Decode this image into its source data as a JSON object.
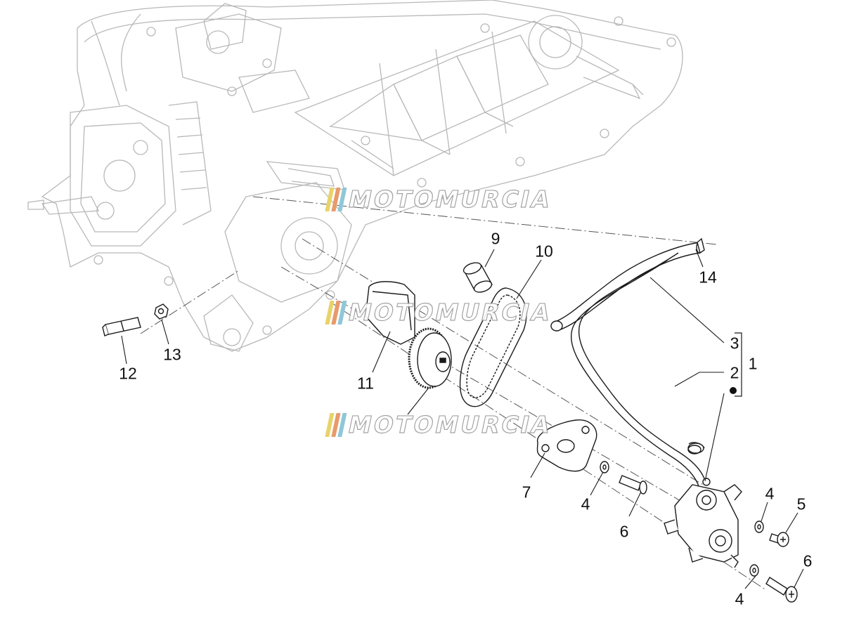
{
  "callouts": {
    "n1": "1",
    "n2": "2",
    "n3": "3",
    "n4a": "4",
    "n4b": "4",
    "n4c": "4",
    "n5": "5",
    "n6a": "6",
    "n6b": "6",
    "n7": "7",
    "n9": "9",
    "n10": "10",
    "n11": "11",
    "n12": "12",
    "n13": "13",
    "n14": "14"
  },
  "watermark": {
    "text": "MOTOMURCIA",
    "stripe_colors": [
      "#e8d36a",
      "#e89a6a",
      "#8fc7d8"
    ]
  },
  "colors": {
    "line": "#1a1a1a",
    "ghost": "#b5b5b5"
  }
}
